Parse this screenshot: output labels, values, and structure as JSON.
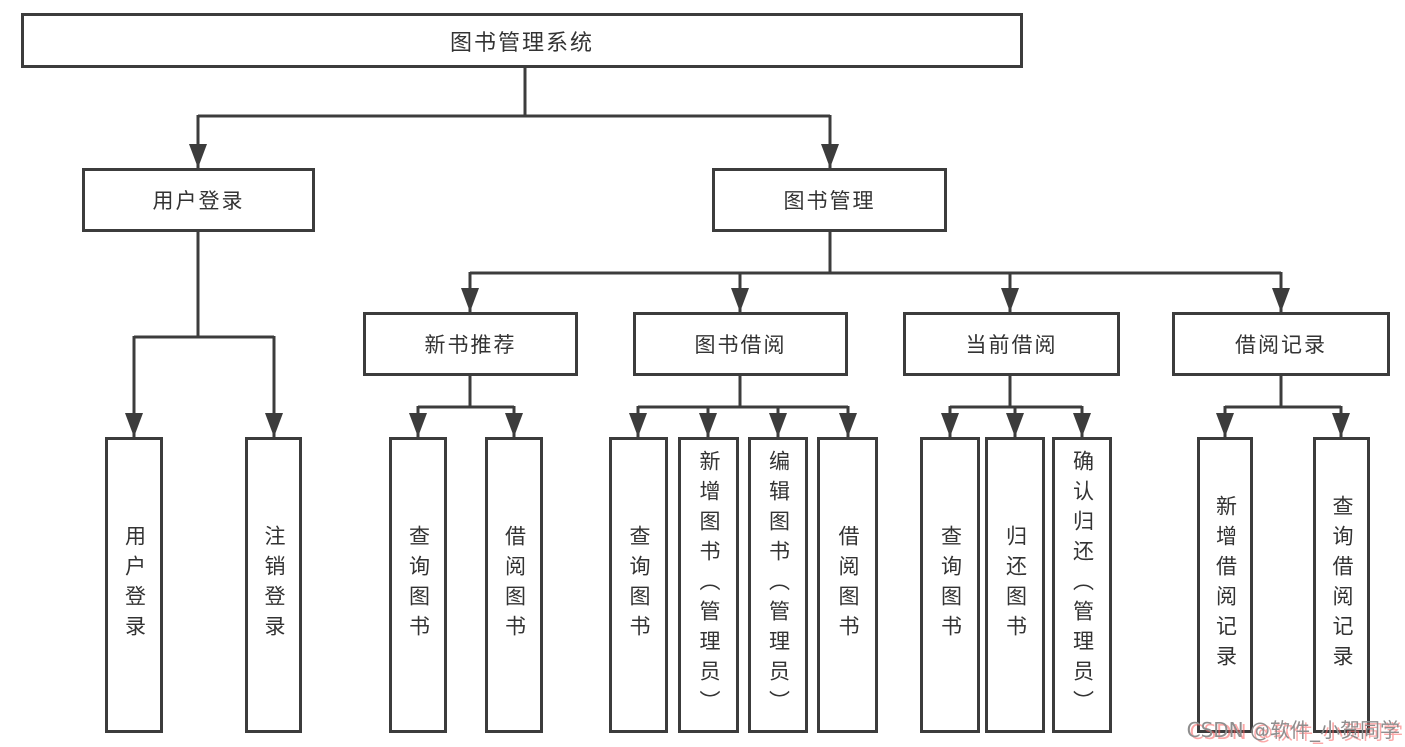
{
  "diagram": {
    "root": "图书管理系统",
    "level2": {
      "login": "用户登录",
      "management": "图书管理"
    },
    "level3": {
      "recommend": "新书推荐",
      "borrow": "图书借阅",
      "current": "当前借阅",
      "records": "借阅记录"
    },
    "leaves": {
      "login": [
        "用户登录",
        "注销登录"
      ],
      "recommend": [
        "查询图书",
        "借阅图书"
      ],
      "borrow": [
        "查询图书",
        "新增图书（管理员）",
        "编辑图书（管理员）",
        "借阅图书"
      ],
      "current": [
        "查询图书",
        "归还图书",
        "确认归还（管理员）"
      ],
      "records": [
        "新增借阅记录",
        "查询借阅记录"
      ]
    }
  },
  "watermark": "CSDN @软件_小贺同学",
  "colors": {
    "line": "#3c3c3c",
    "text": "#333333",
    "background": "#ffffff",
    "watermark_gray": "#8e8e8e",
    "watermark_pink": "#fa6060"
  }
}
